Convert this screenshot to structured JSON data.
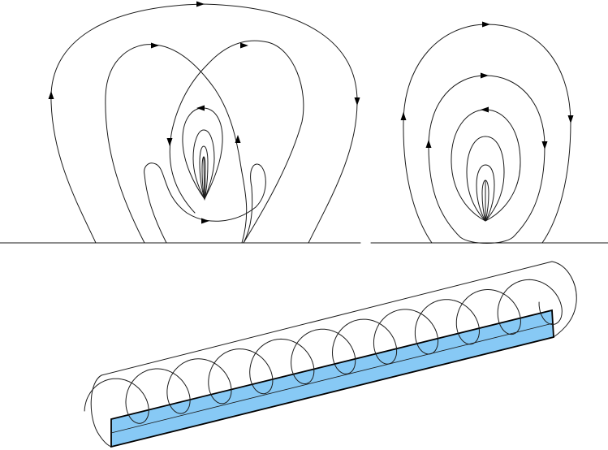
{
  "diagram": {
    "panels": [
      {
        "id": "left-streamlines",
        "kind": "streamline-field",
        "arrows": 9
      },
      {
        "id": "right-streamlines",
        "kind": "streamline-field",
        "arrows": 7
      },
      {
        "id": "helical-tube",
        "kind": "3d-helix",
        "loops": 11
      }
    ],
    "colors": {
      "stroke": "#1a1a1a",
      "arrow": "#000000",
      "plane_fill": "#87c9f5",
      "background": "#ffffff"
    }
  }
}
